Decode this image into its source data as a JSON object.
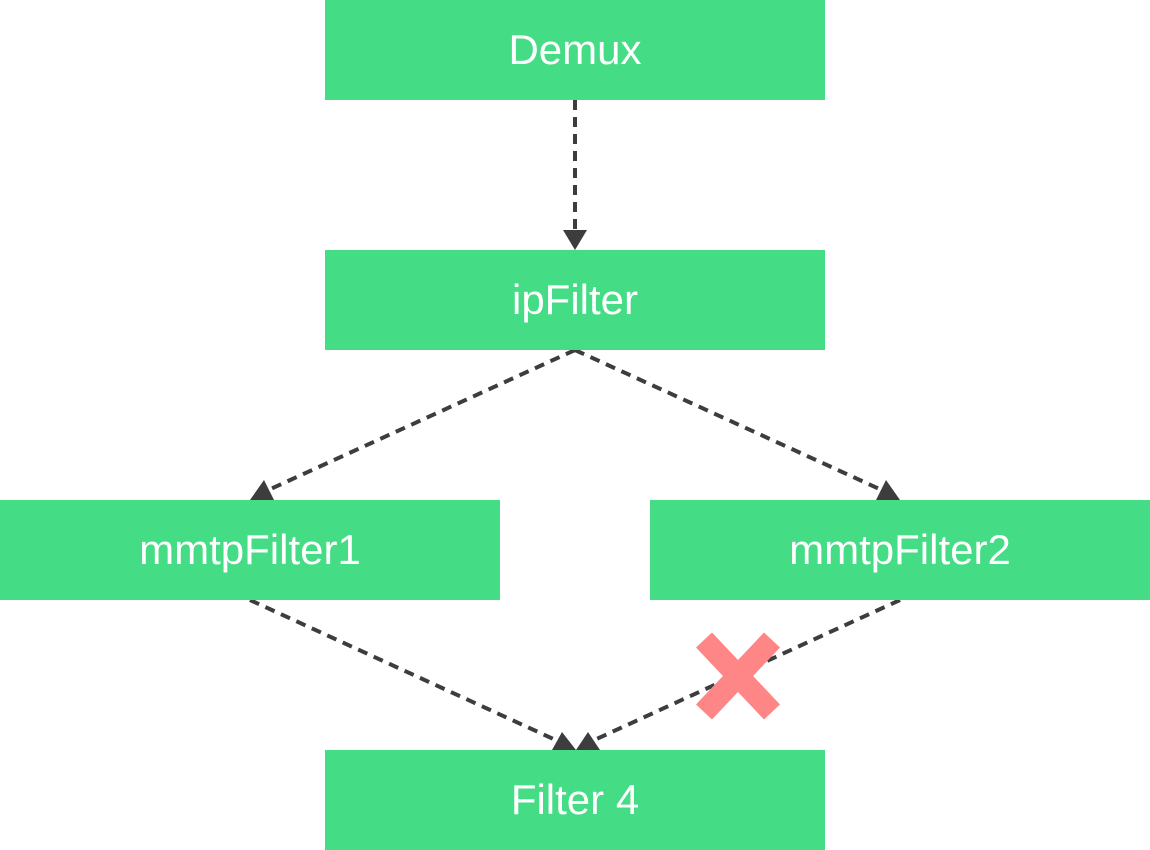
{
  "diagram": {
    "nodes": {
      "demux": {
        "label": "Demux"
      },
      "ipfilter": {
        "label": "ipFilter"
      },
      "mmtp1": {
        "label": "mmtpFilter1"
      },
      "mmtp2": {
        "label": "mmtpFilter2"
      },
      "filter4": {
        "label": "Filter 4"
      }
    },
    "edges": [
      {
        "from": "Demux",
        "to": "ipFilter",
        "style": "dashed",
        "blocked": false
      },
      {
        "from": "ipFilter",
        "to": "mmtpFilter1",
        "style": "dashed",
        "blocked": false
      },
      {
        "from": "ipFilter",
        "to": "mmtpFilter2",
        "style": "dashed",
        "blocked": false
      },
      {
        "from": "mmtpFilter1",
        "to": "Filter 4",
        "style": "dashed",
        "blocked": false
      },
      {
        "from": "mmtpFilter2",
        "to": "Filter 4",
        "style": "dashed",
        "blocked": true
      }
    ],
    "colors": {
      "node_fill": "#44dc84",
      "node_text": "#ffffff",
      "edge": "#3d3d3d",
      "blocked_mark": "#ff8686",
      "background": "#ffffff"
    },
    "icons": {
      "blocked_mark": "x-mark-icon"
    }
  }
}
